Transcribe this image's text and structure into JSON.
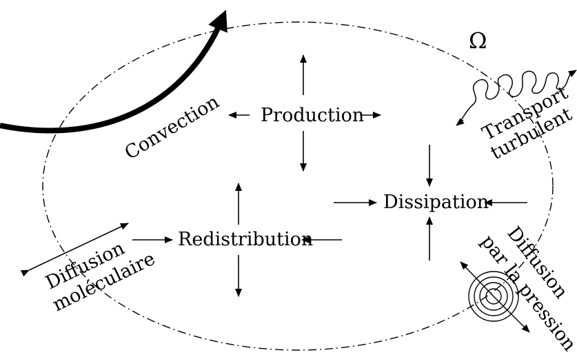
{
  "diagram": {
    "domain_symbol": "Ω",
    "terms": {
      "production": "Production",
      "dissipation": "Dissipation",
      "redistribution": "Redistribution",
      "convection": "Convection",
      "transport_line1": "Transport",
      "transport_line2": "turbulent",
      "diffusion_mol_line1": "Diffusion",
      "diffusion_mol_line2": "moléculaire",
      "diffusion_press_line1": "Diffusion",
      "diffusion_press_line2": "par la pression"
    }
  }
}
